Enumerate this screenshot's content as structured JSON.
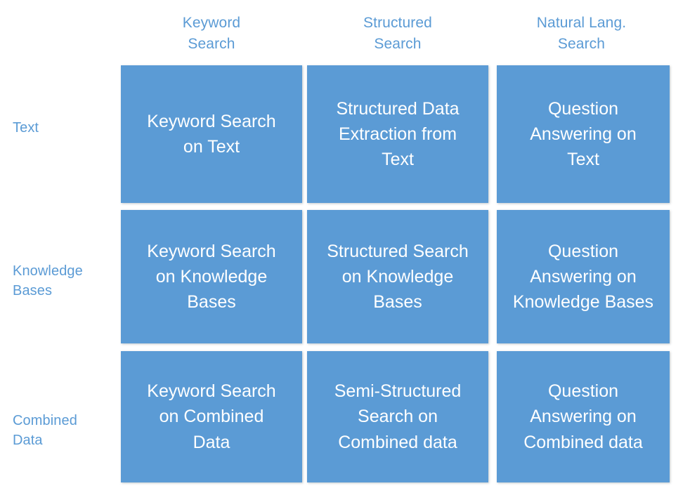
{
  "matrix": {
    "accent_color": "#5b9bd5",
    "cell_text_color": "#ffffff",
    "background_color": "#ffffff",
    "column_headers": [
      {
        "id": "keyword-search",
        "lines": [
          "Keyword",
          "Search"
        ],
        "label": "Keyword Search"
      },
      {
        "id": "structured-search",
        "lines": [
          "Structured",
          "Search"
        ],
        "label": "Structured Search"
      },
      {
        "id": "natural-lang-search",
        "lines": [
          "Natural Lang.",
          "Search"
        ],
        "label": "Natural Lang. Search"
      }
    ],
    "row_headers": [
      {
        "id": "text",
        "lines": [
          "Text"
        ],
        "label": "Text"
      },
      {
        "id": "knowledge-bases",
        "lines": [
          "Knowledge",
          "Bases"
        ],
        "label": "Knowledge Bases"
      },
      {
        "id": "combined-data",
        "lines": [
          "Combined",
          "Data"
        ],
        "label": "Combined Data"
      }
    ],
    "cells": [
      [
        {
          "id": "keyword-search-on-text",
          "lines": [
            "Keyword Search",
            "on Text"
          ],
          "label": "Keyword Search on Text"
        },
        {
          "id": "structured-data-extraction-from-text",
          "lines": [
            "Structured Data",
            "Extraction from",
            "Text"
          ],
          "label": "Structured Data Extraction from Text"
        },
        {
          "id": "question-answering-on-text",
          "lines": [
            "Question",
            "Answering on",
            "Text"
          ],
          "label": "Question Answering on Text"
        }
      ],
      [
        {
          "id": "keyword-search-on-knowledge-bases",
          "lines": [
            "Keyword Search",
            "on Knowledge",
            "Bases"
          ],
          "label": "Keyword Search on Knowledge Bases"
        },
        {
          "id": "structured-search-on-knowledge-bases",
          "lines": [
            "Structured Search",
            "on Knowledge",
            "Bases"
          ],
          "label": "Structured Search on Knowledge Bases"
        },
        {
          "id": "question-answering-on-knowledge-bases",
          "lines": [
            "Question",
            "Answering on",
            "Knowledge Bases"
          ],
          "label": "Question Answering on Knowledge Bases"
        }
      ],
      [
        {
          "id": "keyword-search-on-combined-data",
          "lines": [
            "Keyword Search",
            "on Combined",
            "Data"
          ],
          "label": "Keyword Search on Combined Data"
        },
        {
          "id": "semi-structured-search-on-combined-data",
          "lines": [
            "Semi-Structured",
            "Search on",
            "Combined data"
          ],
          "label": "Semi-Structured Search on Combined data"
        },
        {
          "id": "question-answering-on-combined-data",
          "lines": [
            "Question",
            "Answering on",
            "Combined data"
          ],
          "label": "Question Answering on Combined data"
        }
      ]
    ]
  }
}
